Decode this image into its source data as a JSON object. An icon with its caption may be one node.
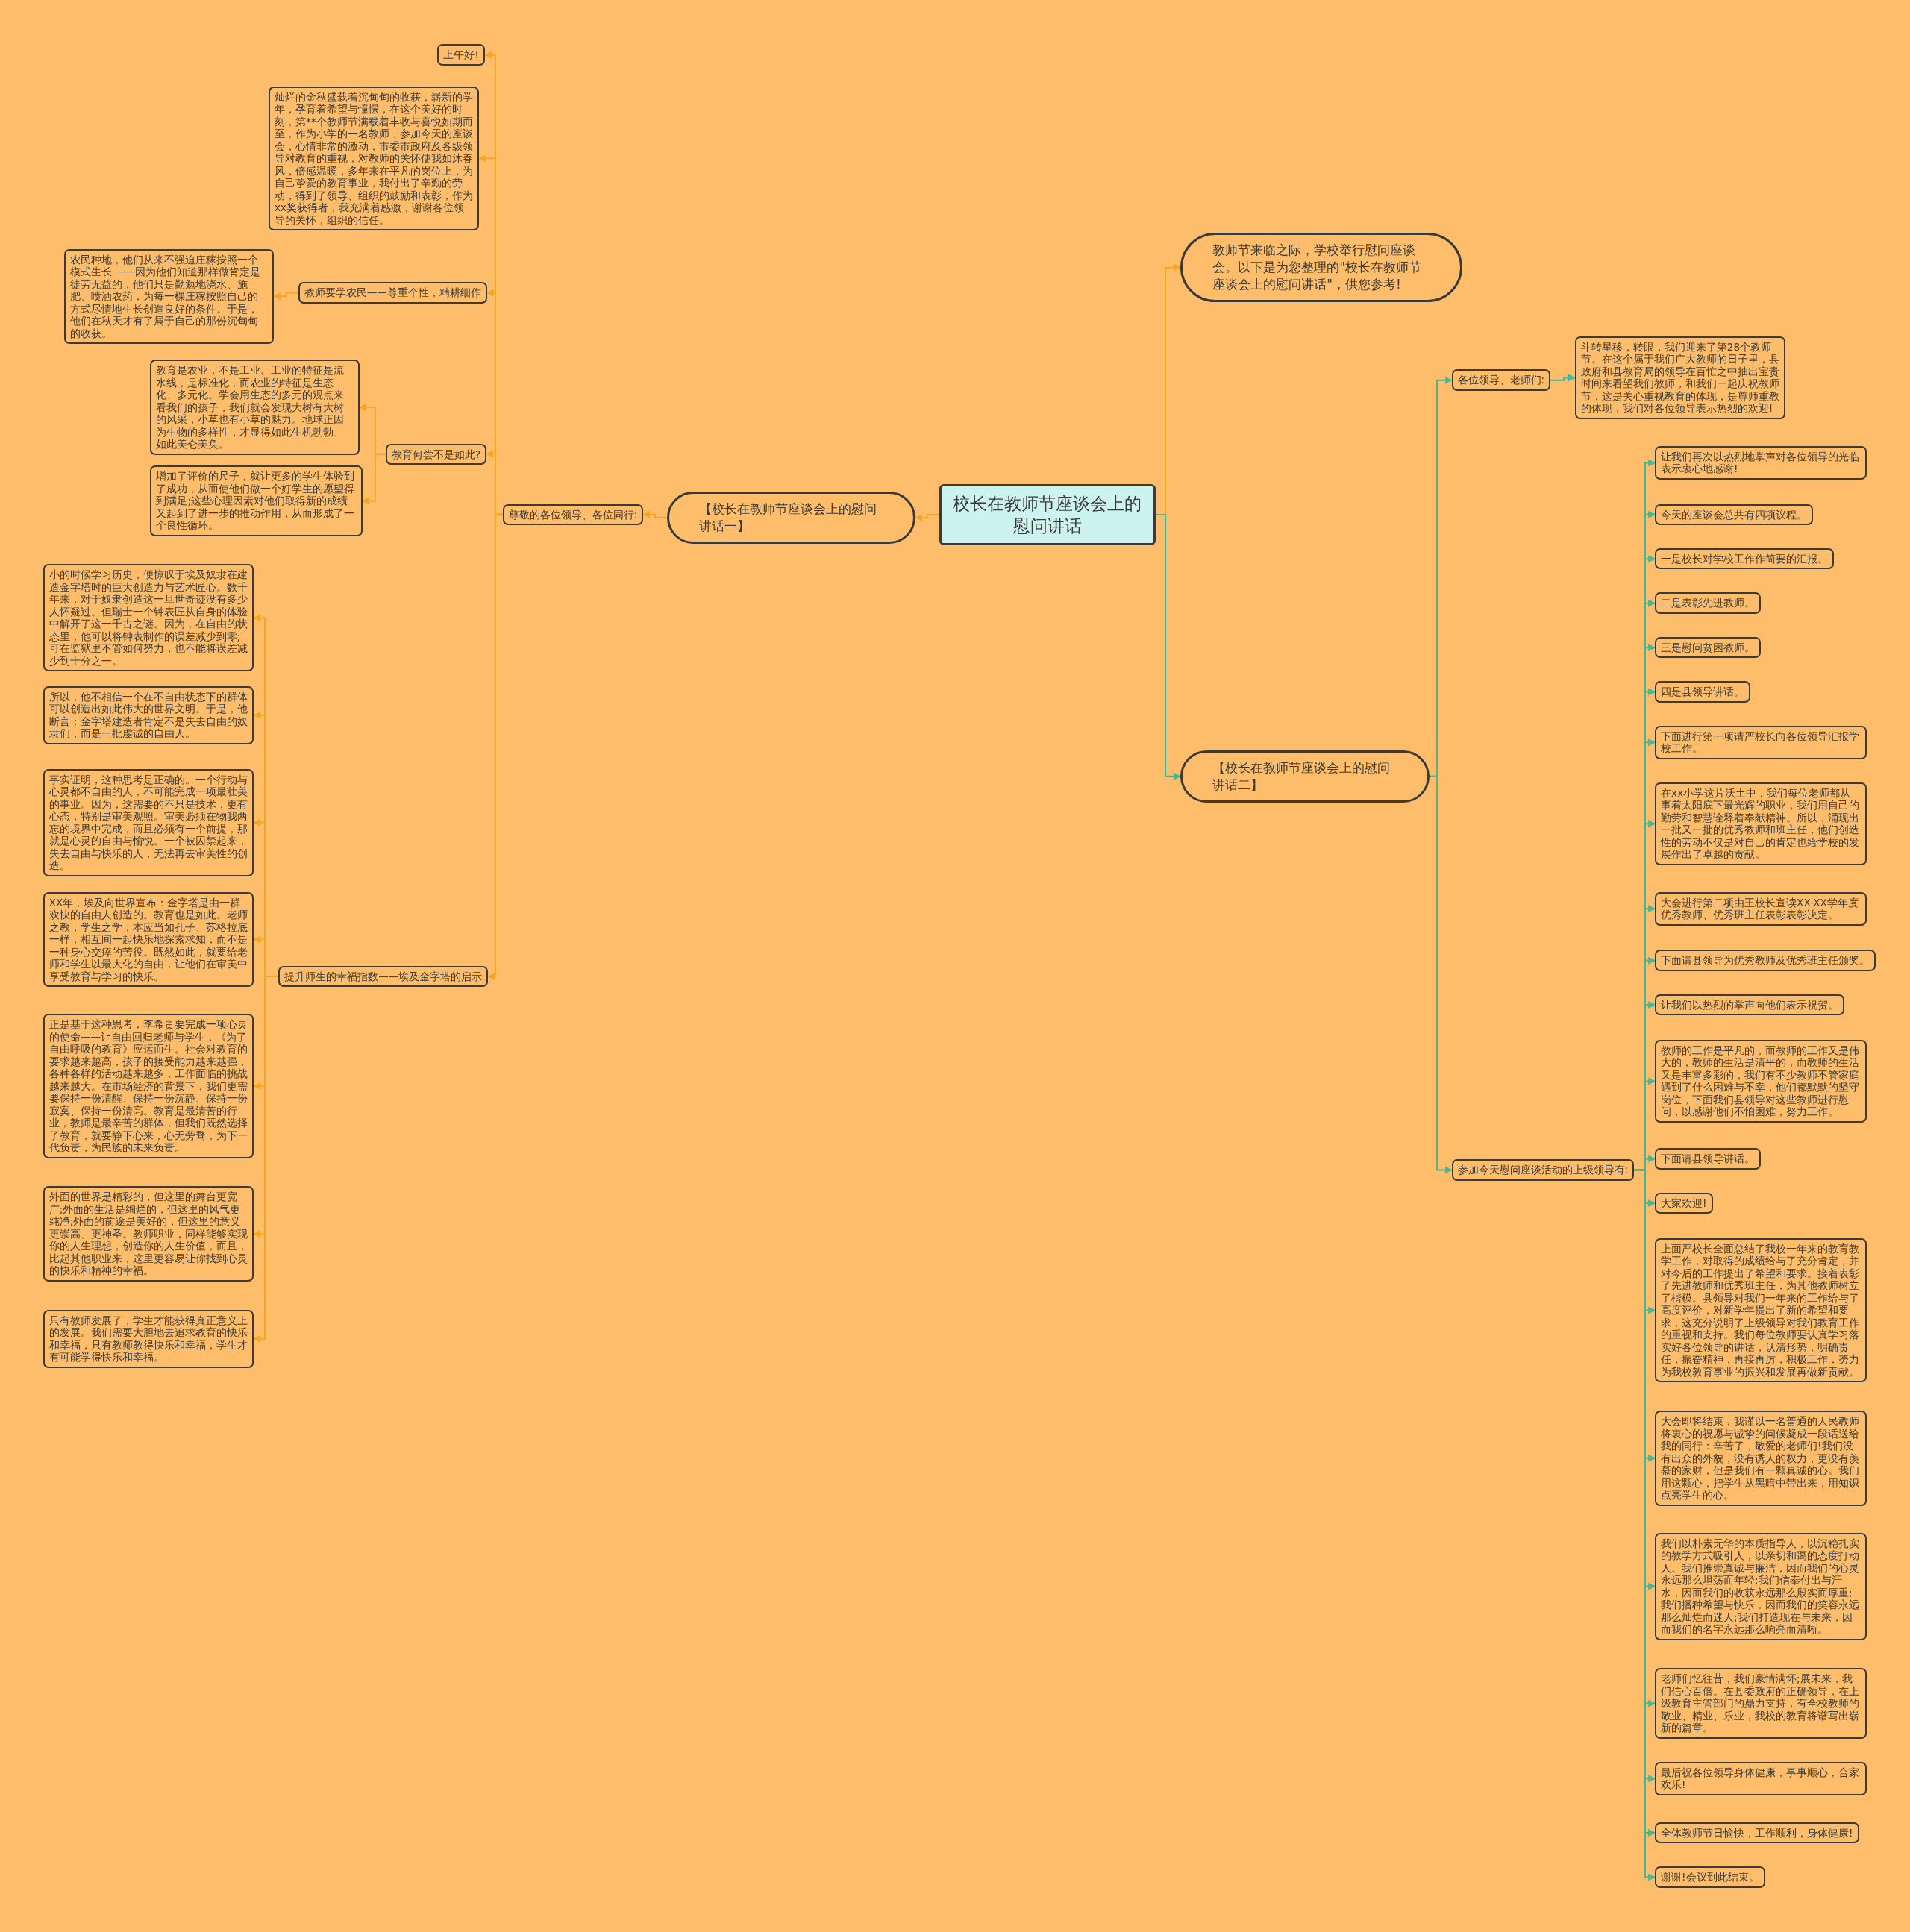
{
  "diagram": {
    "nodes": [
      {
        "text": [
          "校长在教师节座谈会上的慰问讲话"
        ]
      },
      {
        "text": [
          "【校长在教师节座谈会上的慰问讲话一】"
        ]
      },
      {
        "text": [
          "尊敬的各位领导、各位同行:"
        ]
      },
      {
        "text": [
          "上午好!"
        ]
      },
      {
        "text": [
          "灿烂的金秋盛载着沉甸甸的收获，崭新的学年，孕育着希望与憧憬，在这个美好的时刻，第**个教师节满载着丰收与喜悦如期而至，作为小学的一名教师，参加今天的座谈会，心情非常的激动，市委市政府及各级领导对教育的重视，对教师的关怀使我如沐春风，倍感温暖，多年来在平凡的岗位上，为自己挚爱的教育事业，我付出了辛勤的劳动，得到了领导、组织的鼓励和表彰，作为xx奖获得者，我充满着感激，谢谢各位领导的关怀，组织的信任。"
        ]
      },
      {
        "text": [
          "教师要学农民——尊重个性，精耕细作"
        ]
      },
      {
        "text": [
          "农民种地，他们从来不强迫庄稼按照一个模式生长 ——因为他们知道那样做肯定是徒劳无益的，他们只是勤勉地浇水、施肥、喷洒农药，为每一棵庄稼按照自己的方式尽情地生长创造良好的条件。于是，他们在秋天才有了属于自己的那份沉甸甸的收获。"
        ]
      },
      {
        "text": [
          "教育何尝不是如此?"
        ]
      },
      {
        "text": [
          "教育是农业，不是工业。工业的特征是流水线，是标准化，而农业的特征是生态化、多元化。学会用生态的多元的观点来看我们的孩子，我们就会发现大树有大树的风采，小草也有小草的魅力。地球正因为生物的多样性，才显得如此生机勃勃、如此美仑美奂。"
        ]
      },
      {
        "text": [
          "增加了评价的尺子，就让更多的学生体验到了成功，从而使他们做一个好学生的愿望得到满足;这些心理因素对他们取得新的成绩又起到了进一步的推动作用，从而形成了一个良性循环。"
        ]
      },
      {
        "text": [
          "提升师生的幸福指数——埃及金字塔的启示"
        ]
      },
      {
        "text": [
          "小的时候学习历史，便惊叹于埃及奴隶在建造金字塔时的巨大创造力与艺术匠心。数千年来，对于奴隶创造这一旦世奇迹没有多少人怀疑过。但瑞士一个钟表匠从自身的体验中解开了这一千古之谜。因为，在自由的状态里，他可以将钟表制作的误差减少到零;可在监狱里不管如何努力，也不能将误差减少到十分之一。"
        ]
      },
      {
        "text": [
          "所以，他不相信一个在不自由状态下的群体可以创造出如此伟大的世界文明。于是，他断言：金字塔建造者肯定不是失去自由的奴隶们，而是一批虔诚的自由人。"
        ]
      },
      {
        "text": [
          "事实证明，这种思考是正确的。一个行动与心灵都不自由的人，不可能完成一项最壮美的事业。因为，这需要的不只是技术，更有心态，特别是审美观照。审美必须在物我两忘的境界中完成，而且必须有一个前提，那就是心灵的自由与愉悦。一个被囚禁起来，失去自由与快乐的人，无法再去审美性的创造。"
        ]
      },
      {
        "text": [
          "XX年，埃及向世界宣布：金字塔是由一群欢快的自由人创造的。教育也是如此。老师之教，学生之学，本应当如孔子、苏格拉底一样，相互间一起快乐地探索求知，而不是一种身心交瘁的苦役。既然如此，就要给老师和学生以最大化的自由，让他们在审美中享受教育与学习的快乐。"
        ]
      },
      {
        "text": [
          "正是基于这种思考，李希贵要完成一项心灵的使命——让自由回归老师与学生，《为了自由呼吸的教育》应运而生。社会对教育的要求越来越高，孩子的接受能力越来越强，各种各样的活动越来越多，工作面临的挑战越来越大。在市场经济的背景下，我们更需要保持一份清醒、保持一份沉静、保持一份寂寞、保持一份清高。教育是最清苦的行业，教师是最辛苦的群体，但我们既然选择了教育，就要静下心来，心无旁骛，为下一代负责，为民族的未来负责。"
        ]
      },
      {
        "text": [
          "外面的世界是精彩的，但这里的舞台更宽广;外面的生活是绚烂的，但这里的风气更纯净;外面的前途是美好的，但这里的意义更崇高、更神圣。教师职业，同样能够实现你的人生理想，创造你的人生价值，而且，比起其他职业来，这里更容易让你找到心灵的快乐和精神的幸福。"
        ]
      },
      {
        "text": [
          "只有教师发展了，学生才能获得真正意义上的发展。我们需要大胆地去追求教育的快乐和幸福，只有教师教得快乐和幸福，学生才有可能学得快乐和幸福。"
        ]
      },
      {
        "text": [
          "教师节来临之际，学校举行慰问座谈会。以下是为您整理的\"校长在教师节座谈会上的慰问讲话\"，供您参考!"
        ]
      },
      {
        "text": [
          "【校长在教师节座谈会上的慰问讲话二】"
        ]
      },
      {
        "text": [
          "各位领导、老师们:"
        ]
      },
      {
        "text": [
          "斗转星移，转眼，我们迎来了第28个教师节。在这个属于我们广大教师的日子里，县政府和县教育局的领导在百忙之中抽出宝贵时间来看望我们教师，和我们一起庆祝教师节，这是关心重视教育的体现，是尊师重教的体现，我们对各位领导表示热烈的欢迎!"
        ]
      },
      {
        "text": [
          "参加今天慰问座谈活动的上级领导有:"
        ]
      },
      {
        "text": [
          "让我们再次以热烈地掌声对各位领导的光临表示衷心地感谢!"
        ]
      },
      {
        "text": [
          "今天的座谈会总共有四项议程。"
        ]
      },
      {
        "text": [
          "一是校长对学校工作作简要的汇报。"
        ]
      },
      {
        "text": [
          "二是表彰先进教师。"
        ]
      },
      {
        "text": [
          "三是慰问贫困教师。"
        ]
      },
      {
        "text": [
          "四是县领导讲话。"
        ]
      },
      {
        "text": [
          "下面进行第一项请严校长向各位领导汇报学校工作。"
        ]
      },
      {
        "text": [
          "在xx小学这片沃土中，我们每位老师都从事着太阳底下最光辉的职业，我们用自己的勤劳和智慧诠释着奉献精神。所以，涌现出一批又一批的优秀教师和班主任，他们创造性的劳动不仅是对自己的肯定也给学校的发展作出了卓越的贡献。"
        ]
      },
      {
        "text": [
          "大会进行第二项由王校长宣读XX-XX学年度优秀教师、优秀班主任表彰表彰决定。"
        ]
      },
      {
        "text": [
          "下面请县领导为优秀教师及优秀班主任颁奖。"
        ]
      },
      {
        "text": [
          "让我们以热烈的掌声向他们表示祝贺。"
        ]
      },
      {
        "text": [
          "教师的工作是平凡的，而教师的工作又是伟大的，教师的生活是清平的，而教师的生活又是丰富多彩的，我们有不少教师不管家庭遇到了什么困难与不幸，他们都默默的坚守岗位，下面我们县领导对这些教师进行慰问，以感谢他们不怕困难，努力工作。"
        ]
      },
      {
        "text": [
          "下面请县领导讲话。"
        ]
      },
      {
        "text": [
          "大家欢迎!"
        ]
      },
      {
        "text": [
          "上面严校长全面总结了我校一年来的教育教学工作，对取得的成绩给与了充分肯定，并对今后的工作提出了希望和要求。接着表彰了先进教师和优秀班主任，为其他教师树立了楷模。县领导对我们一年来的工作给与了高度评价，对新学年提出了新的希望和要求，这充分说明了上级领导对我们教育工作的重视和支持。我们每位教师要认真学习落实好各位领导的讲话，认清形势，明确责任，振奋精神，再接再厉，积极工作，努力为我校教育事业的振兴和发展再做新贡献。"
        ]
      },
      {
        "text": [
          "大会即将结束，我谨以一名普通的人民教师将衷心的祝愿与诚挚的问候凝成一段话送给我的同行：辛苦了，敬爱的老师们!我们没有出众的外貌，没有诱人的权力，更没有羡慕的家财，但是我们有一颗真诚的心。我们用这颗心，把学生从黑暗中带出来，用知识点亮学生的心。"
        ]
      },
      {
        "text": [
          "我们以朴素无华的本质指导人，以沉稳扎实的教学方式吸引人，以亲切和蔼的态度打动人。我们推崇真诚与廉洁，因而我们的心灵永远那么坦荡而年轻;我们信奉付出与汗水，因而我们的收获永远那么殷实而厚重;我们播种希望与快乐，因而我们的笑容永远那么灿烂而迷人;我们打造现在与未来，因而我们的名字永远那么响亮而清晰。"
        ]
      },
      {
        "text": [
          "老师们忆往昔，我们豪情满怀;展未来，我们信心百倍。在县委政府的正确领导，在上级教育主管部门的鼎力支持，有全校教师的敬业、精业、乐业，我校的教育将谱写出崭新的篇章。"
        ]
      },
      {
        "text": [
          "最后祝各位领导身体健康，事事顺心，合家欢乐!"
        ]
      },
      {
        "text": [
          "全体教师节日愉快，工作顺利，身体健康!"
        ]
      },
      {
        "text": [
          "谢谢!会议到此结束。"
        ]
      }
    ],
    "edges": [
      {
        "from": 0,
        "to": 1,
        "arrow": "to",
        "color": "#f5a623"
      },
      {
        "from": 1,
        "to": 2,
        "arrow": "to",
        "color": "#f5a623"
      },
      {
        "from": 2,
        "to": 3,
        "arrow": "to",
        "color": "#f5a623"
      },
      {
        "from": 2,
        "to": 4,
        "arrow": "to",
        "color": "#f5a623"
      },
      {
        "from": 2,
        "to": 5,
        "arrow": "to",
        "color": "#f5a623"
      },
      {
        "from": 5,
        "to": 6,
        "arrow": "to",
        "color": "#f5a623"
      },
      {
        "from": 2,
        "to": 7,
        "arrow": "to",
        "color": "#f5a623"
      },
      {
        "from": 7,
        "to": 8,
        "arrow": "to",
        "color": "#f5a623"
      },
      {
        "from": 7,
        "to": 9,
        "arrow": "to",
        "color": "#f5a623"
      },
      {
        "from": 2,
        "to": 10,
        "arrow": "to",
        "color": "#f5a623"
      },
      {
        "from": 10,
        "to": 11,
        "arrow": "to",
        "color": "#f5a623"
      },
      {
        "from": 10,
        "to": 12,
        "arrow": "to",
        "color": "#f5a623"
      },
      {
        "from": 10,
        "to": 13,
        "arrow": "to",
        "color": "#f5a623"
      },
      {
        "from": 10,
        "to": 14,
        "arrow": "to",
        "color": "#f5a623"
      },
      {
        "from": 10,
        "to": 15,
        "arrow": "to",
        "color": "#f5a623"
      },
      {
        "from": 10,
        "to": 16,
        "arrow": "to",
        "color": "#f5a623"
      },
      {
        "from": 10,
        "to": 17,
        "arrow": "to",
        "color": "#f5a623"
      },
      {
        "from": 0,
        "to": 18,
        "arrow": "to",
        "color": "#f5a623"
      },
      {
        "from": 0,
        "to": 19,
        "arrow": "to"
      },
      {
        "from": 19,
        "to": 20,
        "arrow": "to"
      },
      {
        "from": 20,
        "to": 21,
        "arrow": "to"
      },
      {
        "from": 19,
        "to": 22,
        "arrow": "to"
      },
      {
        "from": 22,
        "to": 23,
        "arrow": "to"
      },
      {
        "from": 22,
        "to": 24,
        "arrow": "to"
      },
      {
        "from": 22,
        "to": 25,
        "arrow": "to"
      },
      {
        "from": 22,
        "to": 26,
        "arrow": "to"
      },
      {
        "from": 22,
        "to": 27,
        "arrow": "to"
      },
      {
        "from": 22,
        "to": 28,
        "arrow": "to"
      },
      {
        "from": 22,
        "to": 29,
        "arrow": "to"
      },
      {
        "from": 22,
        "to": 30,
        "arrow": "to"
      },
      {
        "from": 22,
        "to": 31,
        "arrow": "to"
      },
      {
        "from": 22,
        "to": 32,
        "arrow": "to"
      },
      {
        "from": 22,
        "to": 33,
        "arrow": "to"
      },
      {
        "from": 22,
        "to": 34,
        "arrow": "to"
      },
      {
        "from": 22,
        "to": 35,
        "arrow": "to"
      },
      {
        "from": 22,
        "to": 36,
        "arrow": "to"
      },
      {
        "from": 22,
        "to": 37,
        "arrow": "to"
      },
      {
        "from": 22,
        "to": 38,
        "arrow": "to"
      },
      {
        "from": 22,
        "to": 39,
        "arrow": "to"
      },
      {
        "from": 22,
        "to": 40,
        "arrow": "to"
      },
      {
        "from": 22,
        "to": 41,
        "arrow": "to"
      },
      {
        "from": 22,
        "to": 42,
        "arrow": "to"
      },
      {
        "from": 22,
        "to": 43,
        "arrow": "to"
      }
    ]
  }
}
